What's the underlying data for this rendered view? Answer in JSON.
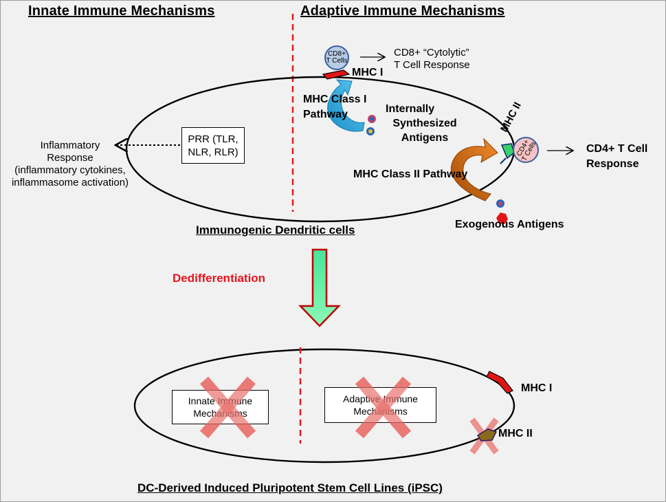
{
  "headers": {
    "innate": "Innate Immune Mechanisms",
    "adaptive": "Adaptive Immune Mechanisms"
  },
  "top_cell": {
    "prr_line1": "PRR (TLR,",
    "prr_line2": "NLR, RLR)",
    "inflammatory_line1": "Inflammatory",
    "inflammatory_line2": "Response",
    "inflammatory_line3": "(inflammatory cytokines,",
    "inflammatory_line4": "inflammasome activation)",
    "cd8_cell_line1": "CD8+",
    "cd8_cell_line2": "T Cells",
    "cd8_response_line1": "CD8+ “Cytolytic”",
    "cd8_response_line2": "T Cell Response",
    "mhc1": "MHC I",
    "mhc_class1_line1": "MHC Class I",
    "mhc_class1_line2": "Pathway",
    "internal_line1": "Internally",
    "internal_line2": "Synthesized",
    "internal_line3": "Antigens",
    "mhc2": "MHC II",
    "cd4_cell_line1": "CD4+",
    "cd4_cell_line2": "T Cells",
    "cd4_response_line1": "CD4+ T Cell",
    "cd4_response_line2": "Response",
    "mhc_class2_pathway": "MHC Class II Pathway",
    "exogenous": "Exogenous Antigens",
    "caption": "Immunogenic Dendritic cells"
  },
  "transition": {
    "label": "Dedifferentiation",
    "label_color": "#e8131b",
    "arrow_fill": "#5df5a0",
    "arrow_stroke": "#c00000"
  },
  "bottom_cell": {
    "innate_line1": "Innate Immune",
    "innate_line2": "Mechanisms",
    "adaptive_line1": "Adaptive Immune",
    "adaptive_line2": "Mechanisms",
    "mhc1": "MHC I",
    "mhc2": "MHC II",
    "caption": "DC-Derived Induced Pluripotent Stem Cell Lines (iPSC)"
  },
  "colors": {
    "divider": "#e31b1b",
    "cross": "#e8706c",
    "pathway1_arrow": "#29a3d6",
    "pathway2_arrow": "#c8600a",
    "mhc_receptor": "#e01616",
    "tcell_fill": "#b7cbe3"
  }
}
